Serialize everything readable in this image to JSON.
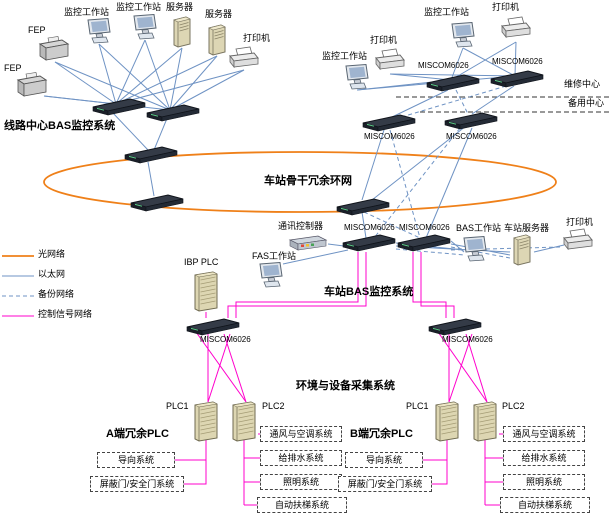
{
  "colors": {
    "optical": "#ef8019",
    "ethernet": "#6f93c4",
    "backup": "#6f93c4",
    "control": "#ff00cc",
    "trunk_dashed": "#333333"
  },
  "legend": {
    "optical": "光网络",
    "ethernet": "以太网",
    "backup": "备份网络",
    "control": "控制信号网络"
  },
  "line_center": {
    "title": "线路中心BAS监控系统",
    "fep1": "FEP",
    "fep2": "FEP",
    "ws1": "监控工作站",
    "ws2": "监控工作站",
    "server1": "服务器",
    "server2": "服务器",
    "printer": "打印机"
  },
  "remote": {
    "printer1": "打印机",
    "ws1": "监控工作站",
    "printer2": "打印机",
    "ws2": "监控工作站",
    "sw1": "MISCOM6026",
    "sw2": "MISCOM6026",
    "sw3": "MISCOM6026",
    "sw4": "MISCOM6026",
    "maintenance": "维修中心",
    "backup_center": "备用中心"
  },
  "ring": {
    "label": "车站骨干冗余环网"
  },
  "station": {
    "title": "车站BAS监控系统",
    "comm": "通讯控制器",
    "sw1": "MISCOM6026",
    "sw2": "MISCOM6026",
    "bas_ws": "BAS工作站",
    "server": "车站服务器",
    "printer": "打印机",
    "fas_ws": "FAS工作站"
  },
  "collection": {
    "title": "环境与设备采集系统",
    "ibp": "IBP PLC",
    "sw_left": "MISCOM6026",
    "sw_right": "MISCOM6026",
    "a_title": "A端冗余PLC",
    "b_title": "B端冗余PLC",
    "a_plc1": "PLC1",
    "a_plc2": "PLC2",
    "b_plc1": "PLC1",
    "b_plc2": "PLC2"
  },
  "systems_a": [
    "通风与空调系统",
    "导向系统",
    "给排水系统",
    "屏蔽门/安全门系统",
    "照明系统",
    "自动扶梯系统"
  ],
  "systems_b": [
    "通风与空调系统",
    "导向系统",
    "给排水系统",
    "屏蔽门/安全门系统",
    "照明系统",
    "自动扶梯系统"
  ]
}
